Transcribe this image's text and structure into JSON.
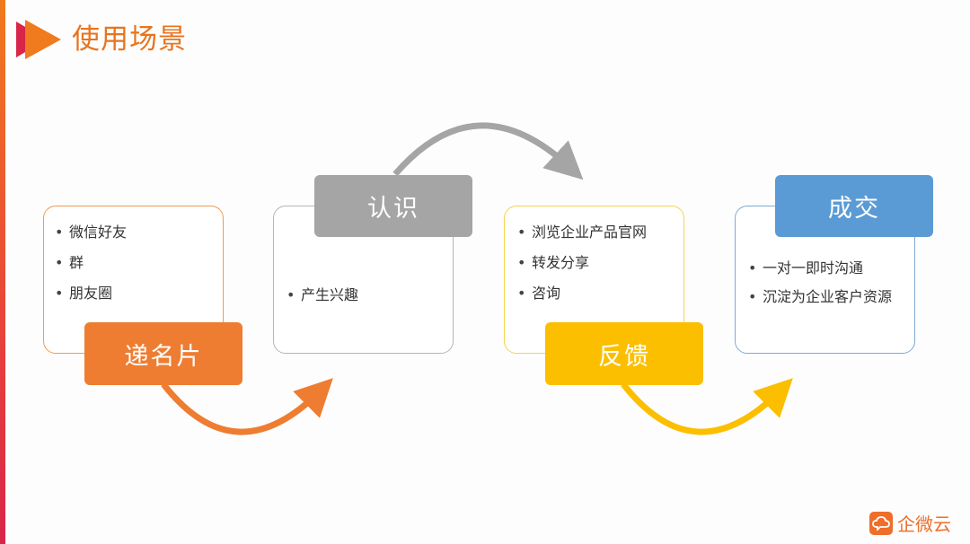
{
  "page": {
    "title": "使用场景",
    "colors": {
      "accent": "#e8741e",
      "orange": "#ee7d31",
      "gray": "#a5a5a5",
      "yellow": "#fbbf00",
      "blue": "#5b9bd5"
    }
  },
  "steps": [
    {
      "label": "递名片",
      "color": "#ee7d31",
      "items": [
        "微信好友",
        "群",
        "朋友圈"
      ]
    },
    {
      "label": "认识",
      "color": "#a5a5a5",
      "items": [
        "产生兴趣"
      ]
    },
    {
      "label": "反馈",
      "color": "#fbbf00",
      "items": [
        "浏览企业产品官网",
        "转发分享",
        "咨询"
      ]
    },
    {
      "label": "成交",
      "color": "#5b9bd5",
      "items": [
        "一对一即时沟通",
        "沉淀为企业客户资源"
      ]
    }
  ],
  "logo": {
    "text": "企微云",
    "icon": "cloud-chat-icon"
  }
}
